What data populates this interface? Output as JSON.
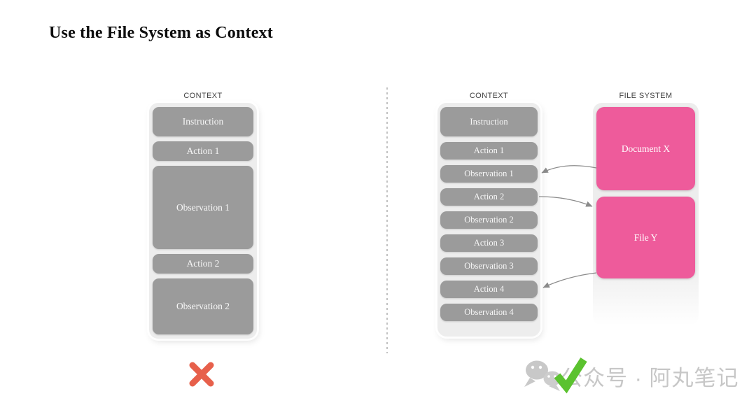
{
  "title": "Use the File System as Context",
  "left_diagram": {
    "column_label": "CONTEXT",
    "blocks": [
      "Instruction",
      "Action 1",
      "Observation 1",
      "Action 2",
      "Observation 2"
    ],
    "verdict": "x-mark"
  },
  "right_diagram": {
    "context_column": {
      "label": "CONTEXT",
      "blocks": [
        "Instruction",
        "Action 1",
        "Observation 1",
        "Action 2",
        "Observation 2",
        "Action 3",
        "Observation 3",
        "Action 4",
        "Observation 4"
      ]
    },
    "file_system_column": {
      "label": "FILE SYSTEM",
      "blocks": [
        "Document X",
        "File Y"
      ]
    },
    "connections": [
      {
        "from": "Document X",
        "to": "Observation 1"
      },
      {
        "from": "Action 2",
        "to": "File Y"
      },
      {
        "from": "File Y",
        "to": "Action 4"
      }
    ],
    "verdict": "check-mark"
  },
  "watermark": {
    "icon": "wechat-icon",
    "text": "公众号 · 阿丸笔记"
  },
  "colors": {
    "block_gray": "#9b9b9b",
    "container_gray": "#ededed",
    "file_pink": "#ee5b9b",
    "x_red": "#e7604b",
    "check_green": "#5bc22f",
    "watermark_gray": "#c7c7c7",
    "connector_gray": "#8a8a8a"
  }
}
